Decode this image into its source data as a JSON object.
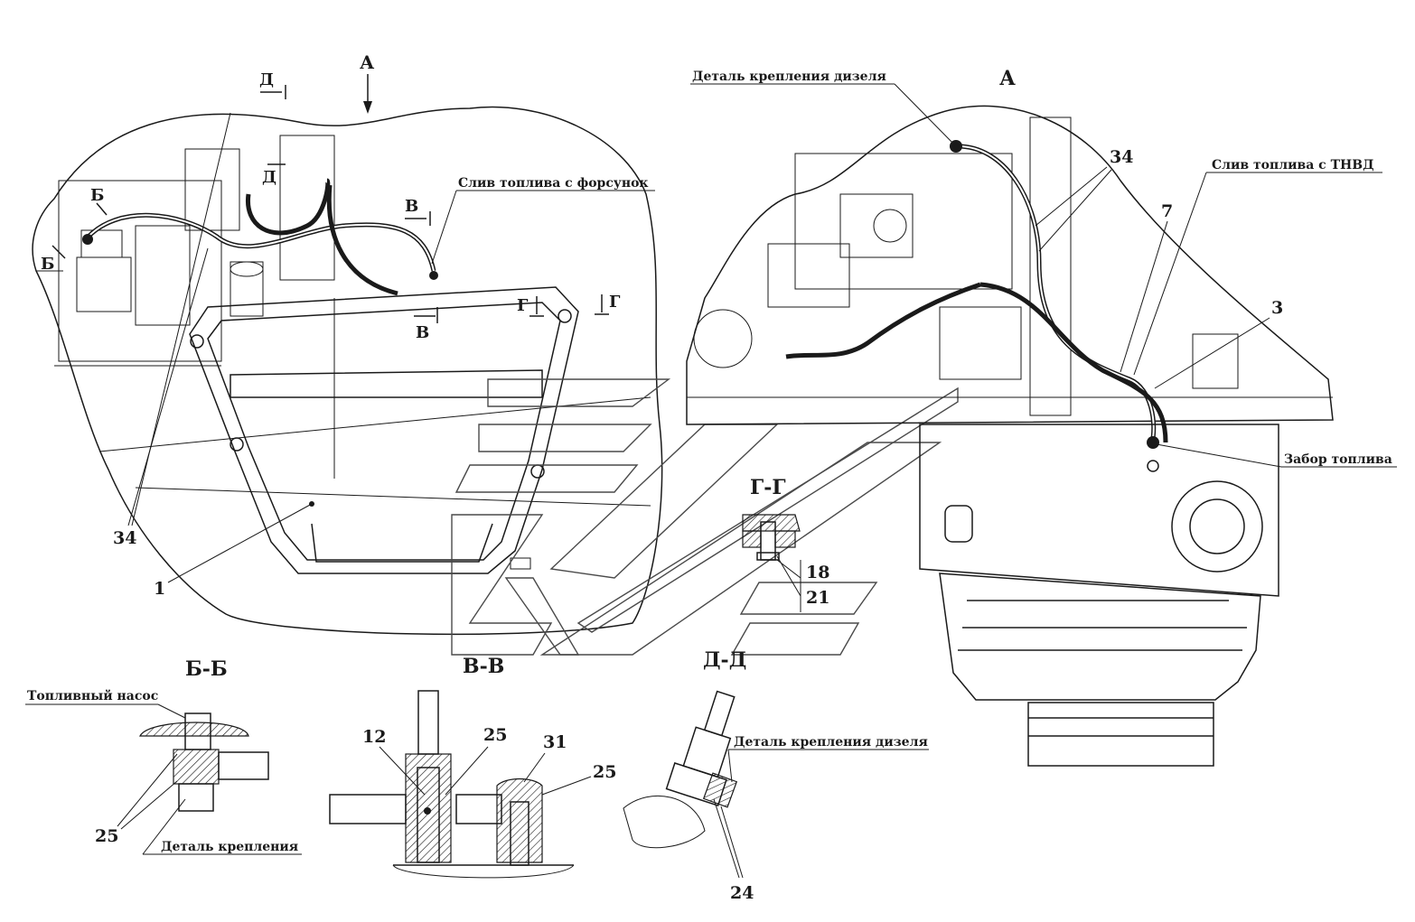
{
  "labels": {
    "view_a_arrow": "А",
    "view_a_title": "А",
    "sec_d": "Д",
    "sec_b": "Б",
    "sec_v": "В",
    "sec_g": "Г",
    "fuel_return_injectors": "Слив топлива с форсунок",
    "diesel_mount_part_top": "Деталь крепления дизеля",
    "fuel_return_hpfp": "Слив топлива с ТНВД",
    "fuel_intake": "Забор топлива",
    "fuel_pump": "Топливный насос",
    "mount_part": "Деталь крепления",
    "diesel_mount_part_dd": "Деталь крепления дизеля",
    "section_bb": "Б-Б",
    "section_vv": "В-В",
    "section_gg": "Г-Г",
    "section_dd": "Д-Д"
  },
  "callouts": {
    "n1": "1",
    "n3": "3",
    "n7": "7",
    "n12": "12",
    "n18": "18",
    "n21": "21",
    "n24": "24",
    "n25_bb": "25",
    "n25_vv_a": "25",
    "n25_vv_b": "25",
    "n31": "31",
    "n34_left": "34",
    "n34_right": "34"
  },
  "colors": {
    "line": "#1a1a1a",
    "background": "#ffffff",
    "watermark": "#4a4a4a"
  }
}
